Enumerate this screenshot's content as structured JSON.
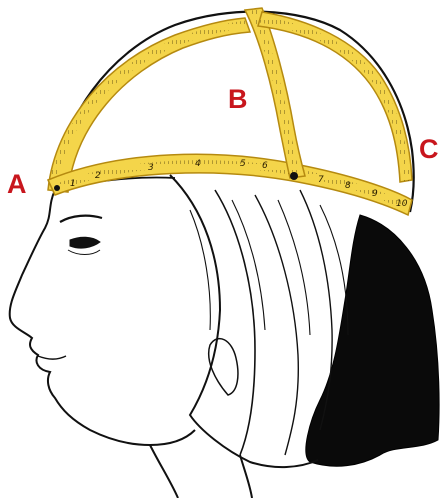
{
  "points": {
    "a": "A",
    "b": "B",
    "c": "C"
  },
  "colors": {
    "label": "#c8161d",
    "tape_fill": "#f4d54a",
    "tape_edge": "#b58a10",
    "tape_shadow": "#d9b52c",
    "ink": "#111111",
    "hair_dark": "#0a0a0a",
    "skin": "#ffffff"
  },
  "tapes": {
    "front_tape_numbers": [
      "1",
      "2",
      "3",
      "4",
      "5",
      "6",
      "7",
      "8",
      "9",
      "10"
    ]
  }
}
